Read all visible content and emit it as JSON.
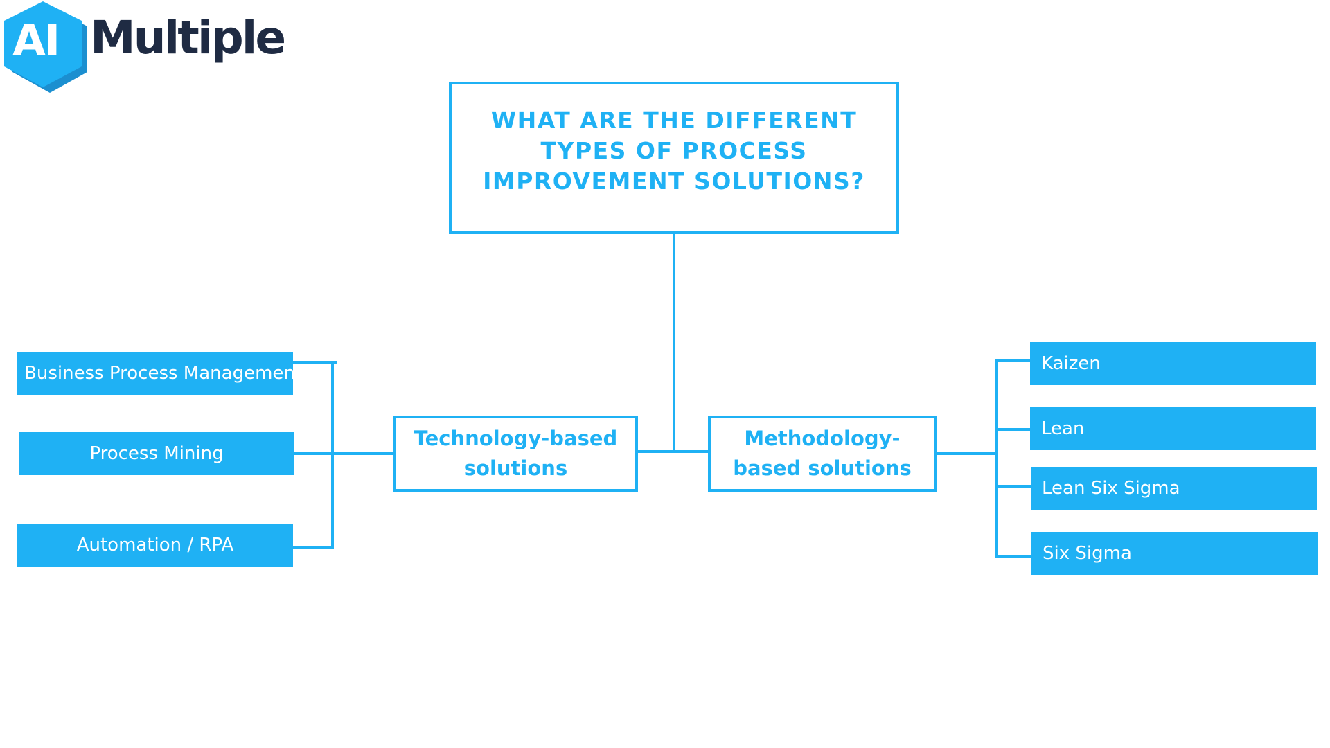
{
  "logo": {
    "mark_text": "AI",
    "wordmark": "Multiple",
    "colors": {
      "hex_fill": "#1fb1f4",
      "hex_shadow": "#1b8fd0",
      "wordmark": "#1f2b43"
    }
  },
  "diagram": {
    "accent_color": "#1fb1f4",
    "root": {
      "text": "WHAT ARE THE DIFFERENT TYPES OF PROCESS IMPROVEMENT SOLUTIONS?"
    },
    "branches": [
      {
        "id": "technology",
        "label": "Technology-based solutions",
        "items": [
          "Business Process Management",
          "Process Mining",
          "Automation / RPA"
        ]
      },
      {
        "id": "methodology",
        "label": "Methodology-based solutions",
        "items": [
          "Kaizen",
          "Lean",
          "Lean Six Sigma",
          "Six Sigma"
        ]
      }
    ]
  }
}
